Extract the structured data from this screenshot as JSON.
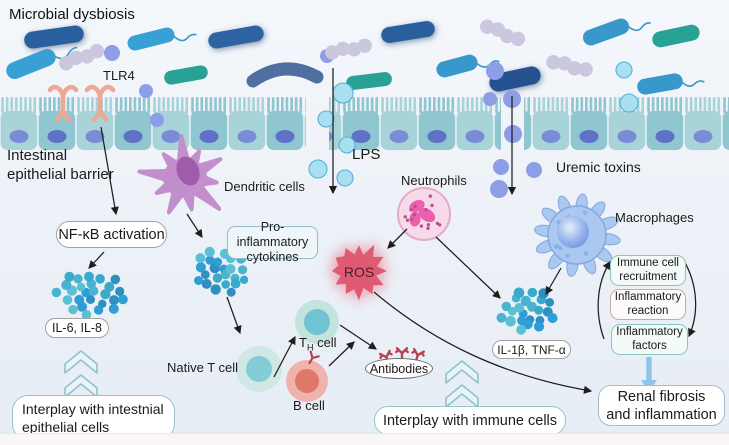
{
  "title": "Microbial dysbiosis",
  "labels": {
    "tlr4": "TLR4",
    "barrier1": "Intestinal",
    "barrier2": "epithelial barrier",
    "lps": "LPS",
    "uremic": "Uremic toxins",
    "dendritic": "Dendritic cells",
    "neutrophils": "Neutrophils",
    "macrophages": "Macrophages",
    "native_t": "Native T cell",
    "th_t": "T",
    "th_h": "H",
    "th_cell": " cell",
    "b_cell": "B cell",
    "ros": "ROS"
  },
  "boxes": {
    "nfkb": "NF-κB activation",
    "proinf1": "Pro-inflammatory",
    "proinf2": "cytokines",
    "il6": "IL-6, IL-8",
    "il1b": "IL-1β, TNF-α",
    "antibodies": "Antibodies",
    "recruit1": "Immune cell",
    "recruit2": "recruitment",
    "reaction1": "Inflammatory",
    "reaction2": "reaction",
    "factors1": "Inflammatory",
    "factors2": "factors",
    "renal1": "Renal fibrosis",
    "renal2": "and inflammation",
    "interplay_epi1": "Interplay with intestnial",
    "interplay_epi2": "epithelial cells",
    "interplay_immune": "Interplay with immune cells"
  },
  "colors": {
    "background_top": "#f4f7fb",
    "background_bottom": "#e7edf5",
    "epithelium_cell": "#a7d3d9",
    "epithelium_cell_alt": "#8fc6d0",
    "epithelium_nucleus": "#7a8cd6",
    "epithelium_nucleus_alt": "#5f71c6",
    "bacteria_blue": "#38a0d4",
    "bacteria_dark_blue": "#2b5f9e",
    "bacteria_teal": "#27a295",
    "bacteria_lavender": "#cbc7df",
    "lps_dot": "#a8e0f2",
    "uremic_dot": "#8e9ee6",
    "tlr4_receptor": "#eea795",
    "dendritic_cell": "#c28fcc",
    "dendritic_nucleus": "#9f5cab",
    "neutrophil_body": "#f7d9e9",
    "neutrophil_nucleus": "#ec5fae",
    "macrophage_body": "#aac8f0",
    "ros_burst": "#e05a72",
    "cytokine_dots": [
      "#2e9ed4",
      "#49b4cf",
      "#2f8fc0",
      "#5cc0d4",
      "#3aa9cc"
    ],
    "antibody": "#b8414f",
    "t_cell": "#cfe8e3",
    "t_cell_nucleus": "#86ccd6",
    "b_cell": "#efb3ab",
    "b_cell_nucleus": "#df786a",
    "chevron_stroke": "#8fc2cc",
    "arrow": "#1e1e1e",
    "blue_arrow": "#8fc3ea"
  }
}
